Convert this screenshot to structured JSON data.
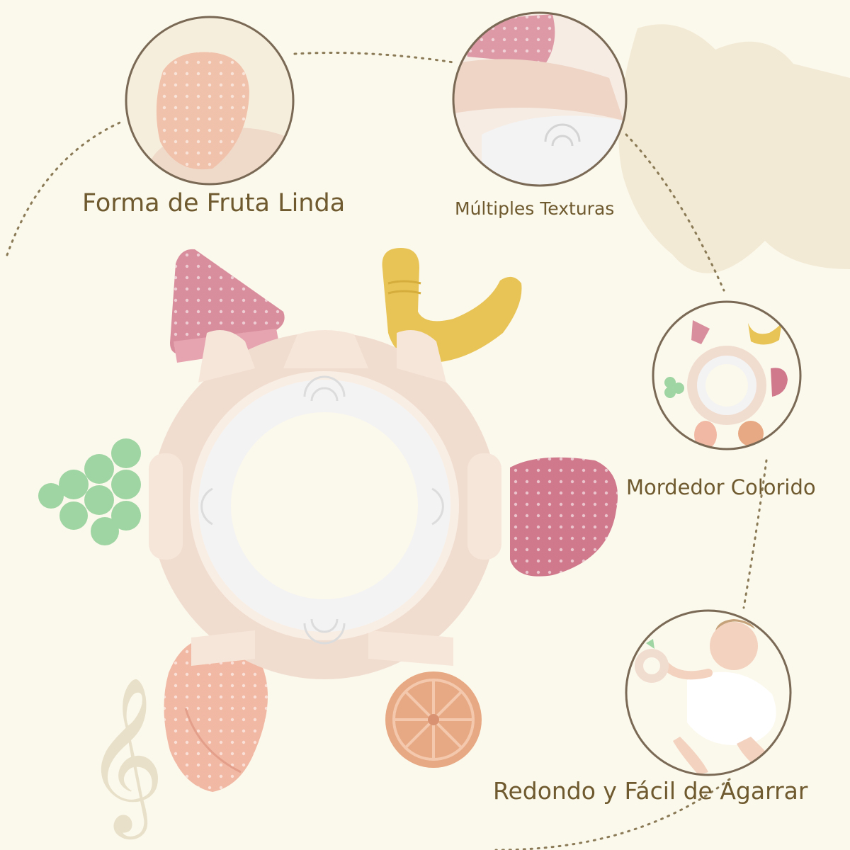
{
  "features": [
    {
      "label": "Forma de Fruta Linda",
      "detail_icon": "strawberry-teether-closeup"
    },
    {
      "label": "Múltiples Texturas",
      "detail_icon": "textured-ring-closeup"
    },
    {
      "label": "Mordedor Colorido",
      "detail_icon": "teether-thumbnail"
    },
    {
      "label": "Redondo y Fácil de Agarrar",
      "detail_icon": "baby-holding-teether"
    }
  ],
  "decor": {
    "music_icon": "treble-clef-icon"
  },
  "colors": {
    "background": "#fbf8ec",
    "text": "#6e5a2e",
    "ring": "#f1ddd0",
    "pink": "#d98e9d",
    "yellow": "#e8c456",
    "green": "#9fd5a2",
    "peach": "#f1b9a4",
    "orange": "#e7a983"
  }
}
